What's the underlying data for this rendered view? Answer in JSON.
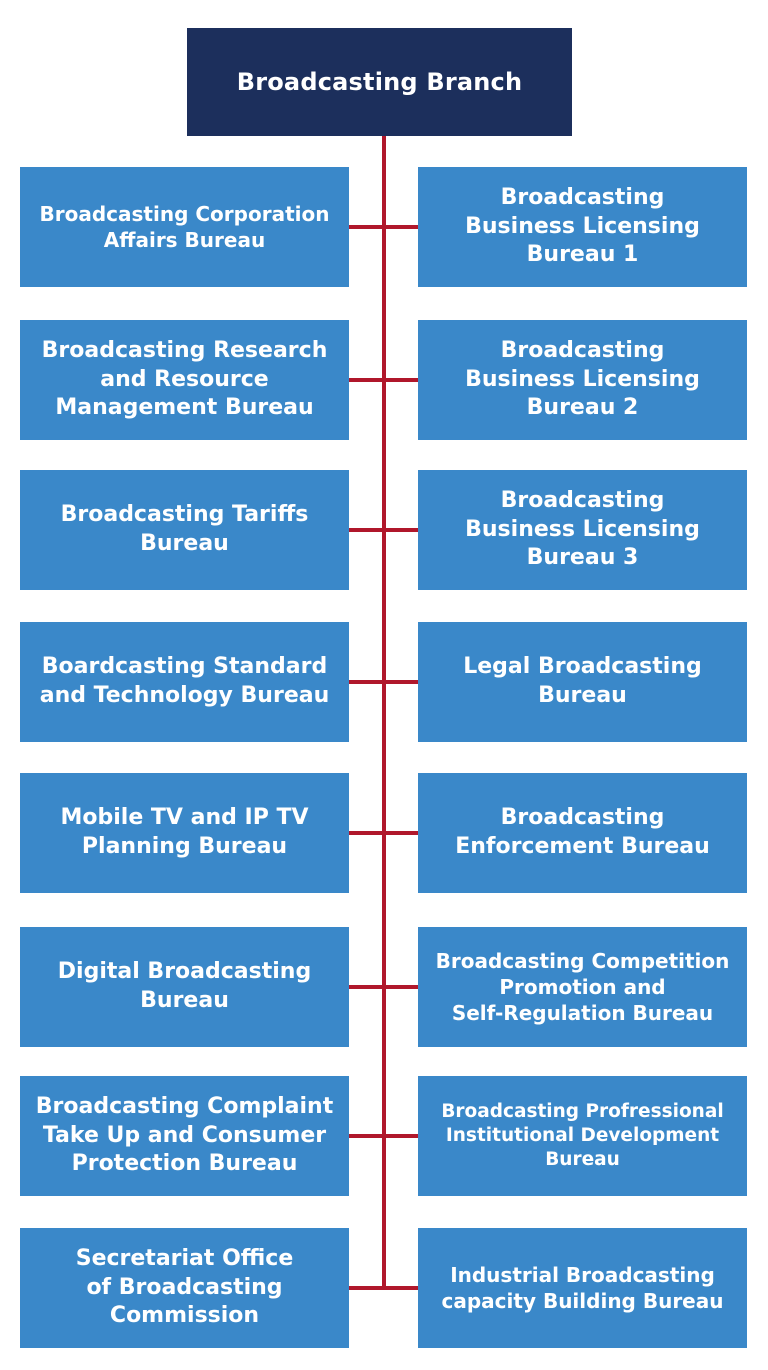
{
  "root": {
    "label": "Broadcasting Branch"
  },
  "colors": {
    "root": "#1c2f5c",
    "box": "#3a88c9",
    "connector": "#b0172b",
    "text": "#ffffff"
  },
  "rows": [
    {
      "left": "Broadcasting Corporation\nAffairs Bureau",
      "right": "Broadcasting\nBusiness Licensing\nBureau 1"
    },
    {
      "left": "Broadcasting  Research\nand Resource\nManagement Bureau",
      "right": "Broadcasting\nBusiness Licensing\nBureau 2"
    },
    {
      "left": "Broadcasting Tariffs\nBureau",
      "right": "Broadcasting\nBusiness Licensing\nBureau 3"
    },
    {
      "left": "Boardcasting Standard\nand Technology Bureau",
      "right": "Legal Broadcasting\nBureau"
    },
    {
      "left": "Mobile TV and IP TV\nPlanning Bureau",
      "right": "Broadcasting\nEnforcement Bureau"
    },
    {
      "left": "Digital Broadcasting\nBureau",
      "right": "Broadcasting Competition\nPromotion and\nSelf-Regulation Bureau"
    },
    {
      "left": "Broadcasting Complaint\nTake Up and Consumer\nProtection Bureau",
      "right": "Broadcasting Profressional\nInstitutional Development\nBureau"
    },
    {
      "left": "Secretariat Office\nof Broadcasting\nCommission",
      "right": "Industrial Broadcasting\ncapacity Building Bureau"
    }
  ]
}
